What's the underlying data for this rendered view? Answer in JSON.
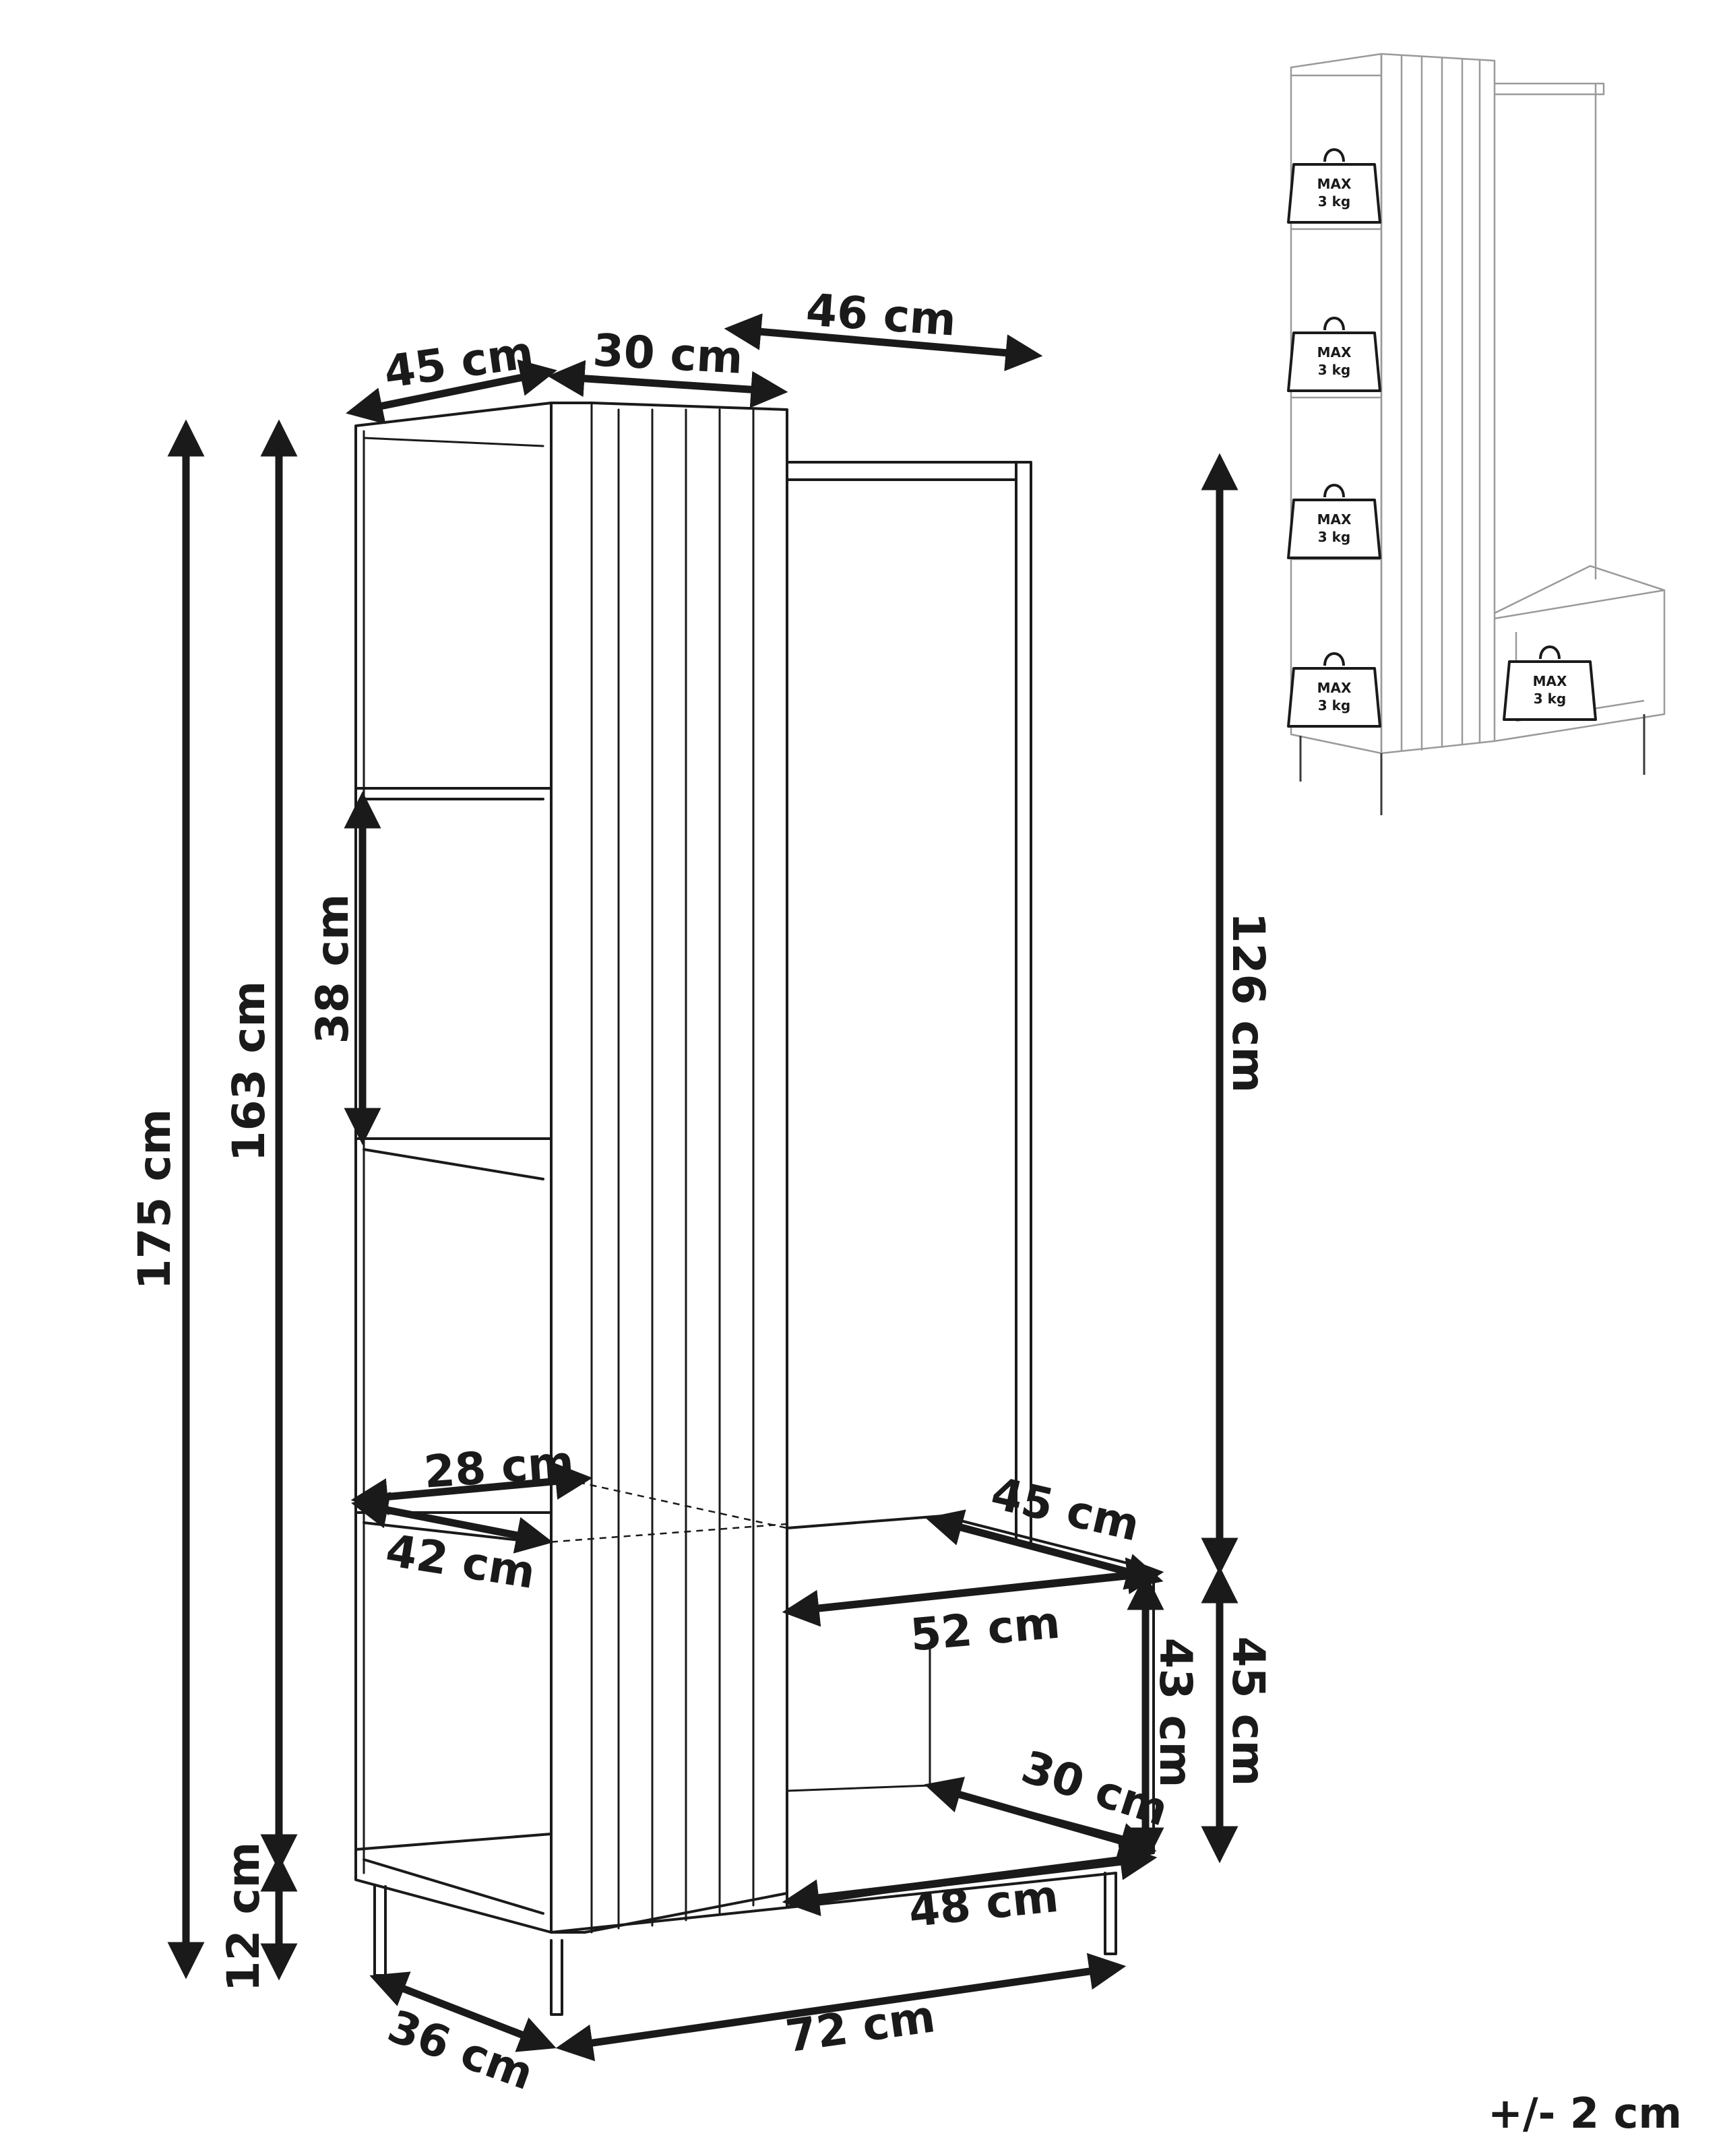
{
  "dimensions": {
    "total_height": "175 cm",
    "body_height": "163 cm",
    "leg_height": "12 cm",
    "shelf_spacing": "38 cm",
    "top_depth": "45 cm",
    "panel_width": "30 cm",
    "rail_width": "46 cm",
    "rail_height": "126 cm",
    "bench_height": "45 cm",
    "bench_depth": "45 cm",
    "bench_width": "52 cm",
    "bench_inner_height": "43 cm",
    "bench_inner_depth": "30 cm",
    "bench_inner_width": "48 cm",
    "shelf_inner_depth": "28 cm",
    "shelf_depth": "42 cm",
    "base_depth": "36 cm",
    "base_width": "72 cm"
  },
  "load_badges": [
    {
      "label": "MAX",
      "weight": "3 kg"
    },
    {
      "label": "MAX",
      "weight": "3 kg"
    },
    {
      "label": "MAX",
      "weight": "3 kg"
    },
    {
      "label": "MAX",
      "weight": "3 kg"
    },
    {
      "label": "MAX",
      "weight": "3 kg"
    }
  ],
  "tolerance": "+/- 2 cm"
}
